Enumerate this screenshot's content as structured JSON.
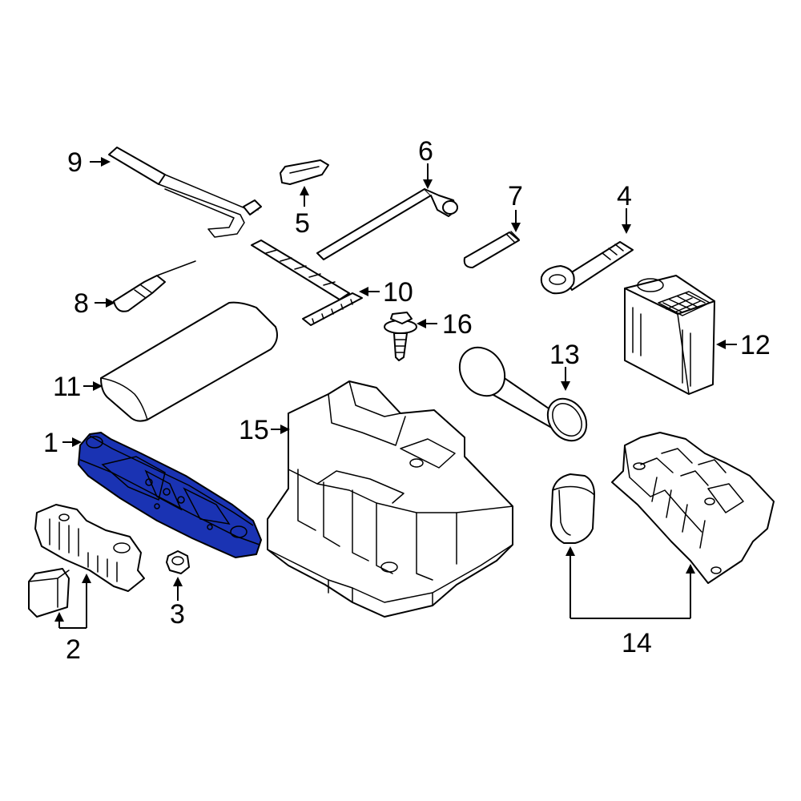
{
  "colors": {
    "highlight": "#1a33b3",
    "line": "#000000",
    "background": "#ffffff"
  },
  "callouts": {
    "c1": "1",
    "c2": "2",
    "c3": "3",
    "c4": "4",
    "c5": "5",
    "c6": "6",
    "c7": "7",
    "c8": "8",
    "c9": "9",
    "c10": "10",
    "c11": "11",
    "c12": "12",
    "c13": "13",
    "c14": "14",
    "c15": "15",
    "c16": "16"
  },
  "highlighted_part": "1"
}
